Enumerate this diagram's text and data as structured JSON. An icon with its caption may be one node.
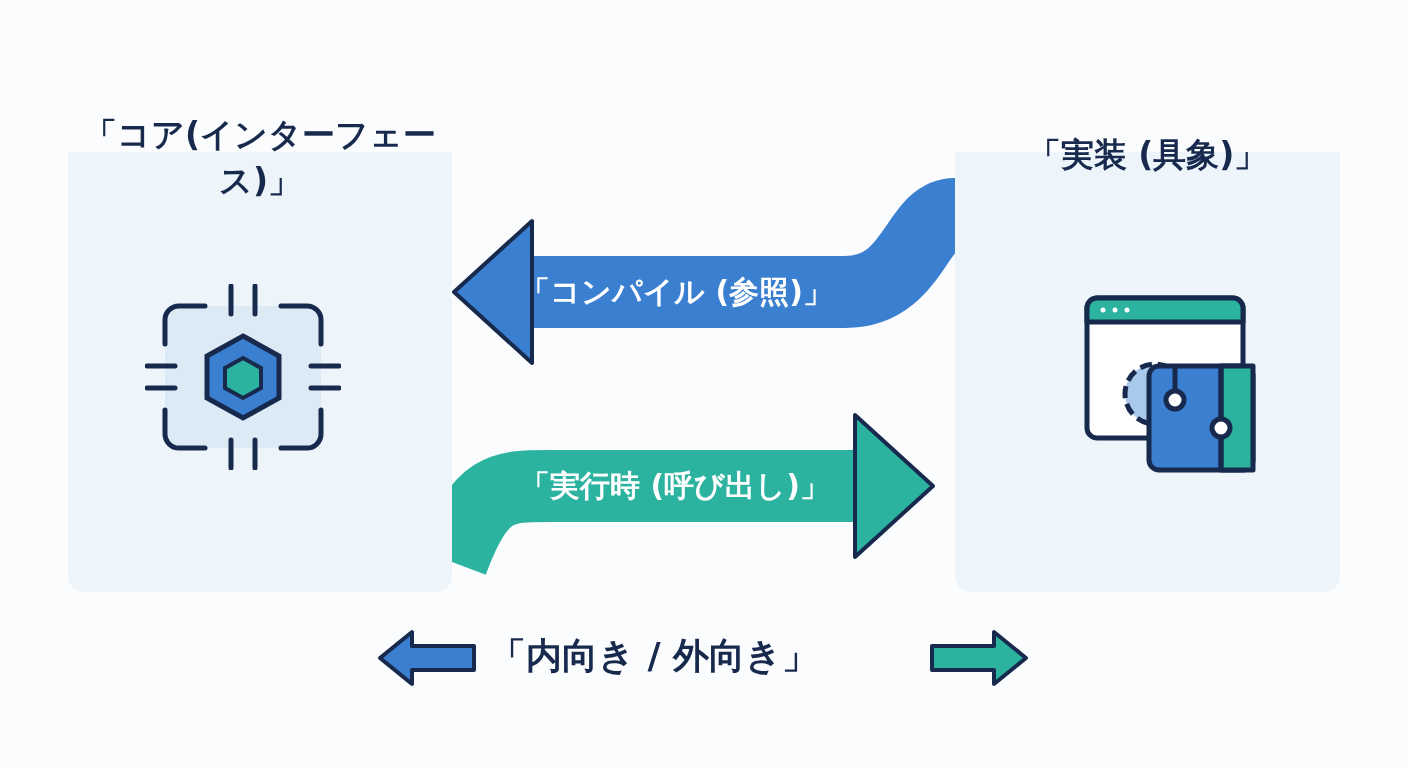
{
  "diagram": {
    "nodes": [
      {
        "text": [
          "「コア(インターフェース)」"
        ]
      },
      {
        "text": [
          "「実装 (具象)」"
        ]
      }
    ],
    "edges": [
      {
        "from": 1,
        "to": 0,
        "arrow": "to",
        "label": "「コンパイル (参照)」",
        "color": "#3a7fd0"
      },
      {
        "from": 0,
        "to": 1,
        "arrow": "to",
        "label": "「実行時 (呼び出し)」",
        "color": "#2bb3a0"
      }
    ],
    "labels": [
      "「内向き / 外向き」"
    ]
  }
}
